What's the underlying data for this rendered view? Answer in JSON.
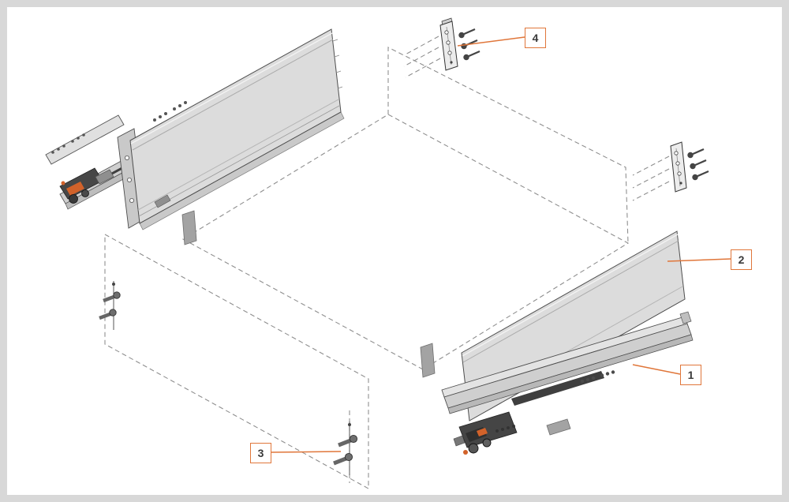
{
  "figure": {
    "type": "exploded-assembly-diagram",
    "subject": "drawer-side-and-runner-assembly",
    "background_color": "#ffffff",
    "frame_color": "#d8d8d8",
    "accent_color": "#e0763a",
    "line_color": "#4d4d4d",
    "dash_color": "#8f8f8f",
    "panel_fill": "#dcdcdc",
    "dark_fill": "#3f3f3f"
  },
  "callouts": [
    {
      "id": "callout-1",
      "label": "1"
    },
    {
      "id": "callout-2",
      "label": "2"
    },
    {
      "id": "callout-3",
      "label": "3"
    },
    {
      "id": "callout-4",
      "label": "4"
    }
  ]
}
